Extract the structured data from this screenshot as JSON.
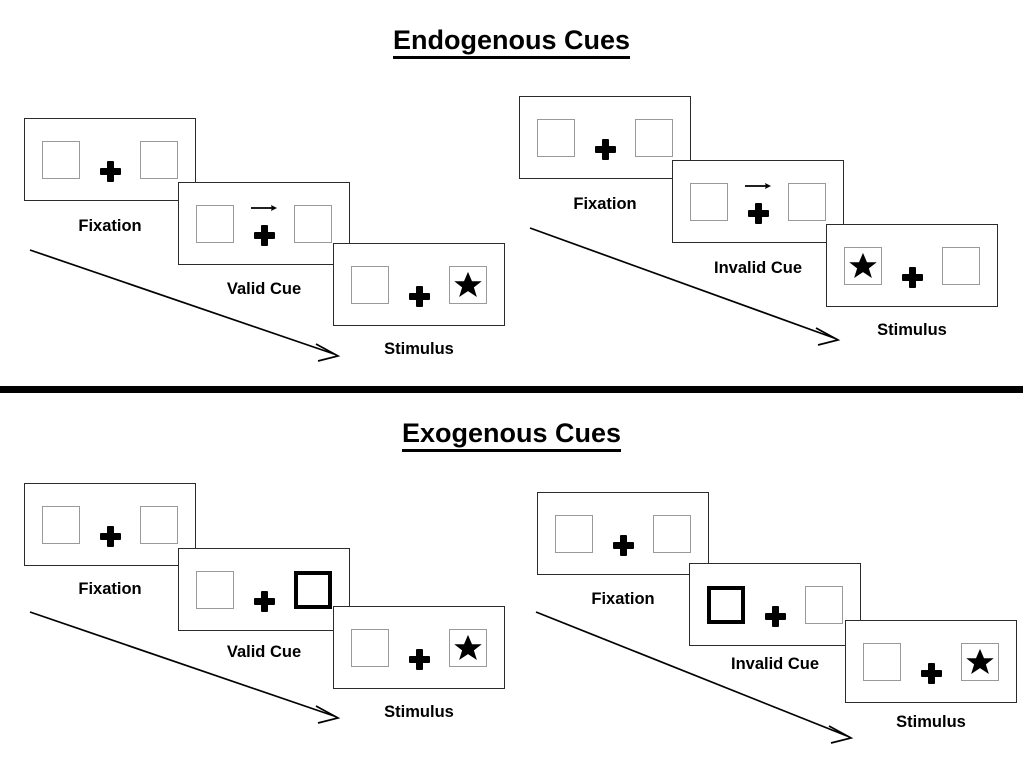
{
  "figure": {
    "sections": [
      {
        "id": "endogenous",
        "title": "Endogenous Cues",
        "sequences": [
          {
            "id": "endogenous-valid",
            "frames": [
              {
                "caption": "Fixation",
                "left_box": "empty",
                "right_box": "empty",
                "cue": "none",
                "cue_direction": "",
                "stimulus_side": "none"
              },
              {
                "caption": "Valid Cue",
                "left_box": "empty",
                "right_box": "empty",
                "cue": "arrow",
                "cue_direction": "right",
                "stimulus_side": "none"
              },
              {
                "caption": "Stimulus",
                "left_box": "empty",
                "right_box": "star",
                "cue": "none",
                "cue_direction": "",
                "stimulus_side": "right"
              }
            ]
          },
          {
            "id": "endogenous-invalid",
            "frames": [
              {
                "caption": "Fixation",
                "left_box": "empty",
                "right_box": "empty",
                "cue": "none",
                "cue_direction": "",
                "stimulus_side": "none"
              },
              {
                "caption": "Invalid Cue",
                "left_box": "empty",
                "right_box": "empty",
                "cue": "arrow",
                "cue_direction": "right",
                "stimulus_side": "none"
              },
              {
                "caption": "Stimulus",
                "left_box": "star",
                "right_box": "empty",
                "cue": "none",
                "cue_direction": "",
                "stimulus_side": "left"
              }
            ]
          }
        ]
      },
      {
        "id": "exogenous",
        "title": "Exogenous Cues",
        "sequences": [
          {
            "id": "exogenous-valid",
            "frames": [
              {
                "caption": "Fixation",
                "left_box": "empty",
                "right_box": "empty",
                "cue": "none",
                "cue_direction": "",
                "stimulus_side": "none"
              },
              {
                "caption": "Valid Cue",
                "left_box": "empty",
                "right_box": "cued",
                "cue": "box-highlight",
                "cue_direction": "right",
                "stimulus_side": "none"
              },
              {
                "caption": "Stimulus",
                "left_box": "empty",
                "right_box": "star",
                "cue": "none",
                "cue_direction": "",
                "stimulus_side": "right"
              }
            ]
          },
          {
            "id": "exogenous-invalid",
            "frames": [
              {
                "caption": "Fixation",
                "left_box": "empty",
                "right_box": "empty",
                "cue": "none",
                "cue_direction": "",
                "stimulus_side": "none"
              },
              {
                "caption": "Invalid Cue",
                "left_box": "cued",
                "right_box": "empty",
                "cue": "box-highlight",
                "cue_direction": "left",
                "stimulus_side": "none"
              },
              {
                "caption": "Stimulus",
                "left_box": "empty",
                "right_box": "star",
                "cue": "none",
                "cue_direction": "",
                "stimulus_side": "right"
              }
            ]
          }
        ]
      }
    ],
    "icons": {
      "star": "star-icon",
      "fixation": "fixation-cross-icon",
      "cue_arrow": "right-arrow-cue-icon",
      "time_arrow": "time-progression-arrow-icon"
    },
    "colors": {
      "ink": "#000000",
      "frame_border": "#2b2b2b",
      "box_border": "#9a9a9a",
      "cued_box_border": "#000000",
      "background": "#ffffff"
    }
  }
}
